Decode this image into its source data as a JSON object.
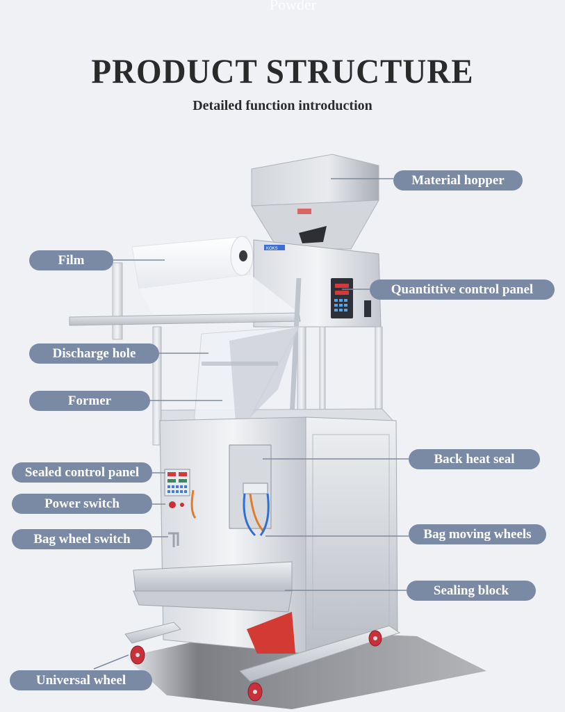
{
  "page": {
    "faded_header": "Powder",
    "title": "PRODUCT STRUCTURE",
    "subtitle": "Detailed function introduction"
  },
  "colors": {
    "background": "#eff1f5",
    "pill": "#7a8aa5",
    "pill_text": "#ffffff",
    "title_text": "#2a2a2a",
    "leader_line": "#7d8aa0",
    "wheel_red": "#c8303a",
    "steel_light": "#e4e6ea",
    "steel_mid": "#c5c9d0"
  },
  "labels": {
    "material_hopper": "Material hopper",
    "film": "Film",
    "quantitative_control_panel": "Quantittive control panel",
    "discharge_hole": "Discharge hole",
    "former": "Former",
    "back_heat_seal": "Back heat seal",
    "sealed_control_panel": "Sealed control panel",
    "power_switch": "Power switch",
    "bag_moving_wheels": "Bag moving wheels",
    "bag_wheel_switch": "Bag wheel switch",
    "sealing_block": "Sealing block",
    "universal_wheel": "Universal wheel"
  },
  "machine_badge": "KOKS"
}
